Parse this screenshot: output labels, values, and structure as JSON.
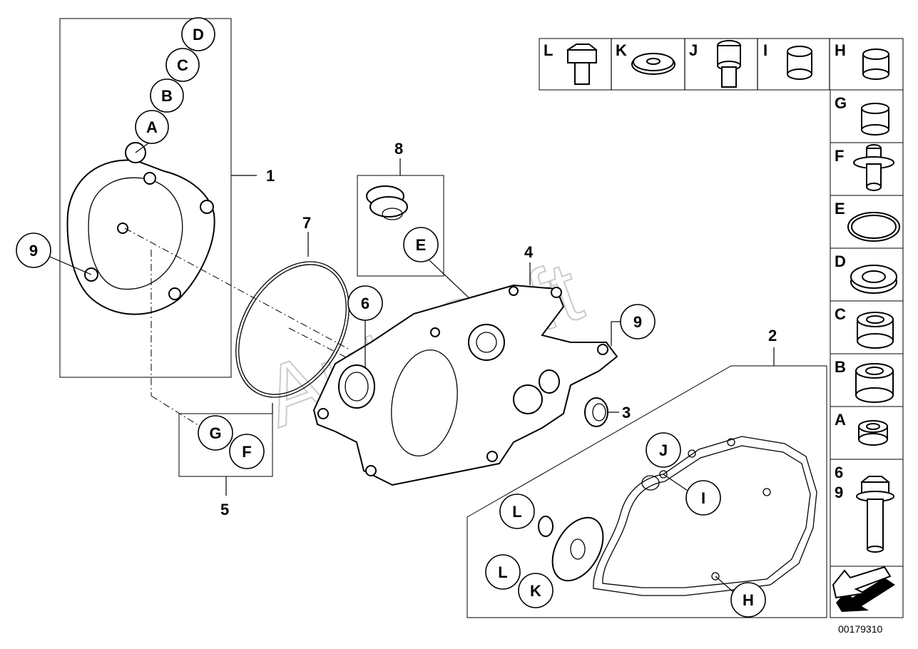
{
  "watermark": "AutoSoft",
  "document_number": "00179310",
  "callouts": {
    "n1": "1",
    "n2": "2",
    "n3": "3",
    "n4": "4",
    "n5": "5",
    "n6": "6",
    "n7": "7",
    "n8": "8",
    "n9": "9"
  },
  "letters": {
    "A": "A",
    "B": "B",
    "C": "C",
    "D": "D",
    "E": "E",
    "F": "F",
    "G": "G",
    "H": "H",
    "I": "I",
    "J": "J",
    "K": "K",
    "L": "L"
  },
  "legend_top": [
    "L",
    "K",
    "J",
    "I",
    "H"
  ],
  "legend_side": [
    "G",
    "F",
    "E",
    "D",
    "C",
    "B",
    "A"
  ],
  "legend_bolt": [
    "6",
    "9"
  ],
  "icons": [
    "hex-bolt-icon",
    "washer-icon",
    "socket-screw-icon",
    "sleeve-icon",
    "bushing-icon",
    "plug-icon",
    "o-ring-icon",
    "seal-ring-icon",
    "flange-bolt-icon",
    "direction-arrow-icon"
  ]
}
